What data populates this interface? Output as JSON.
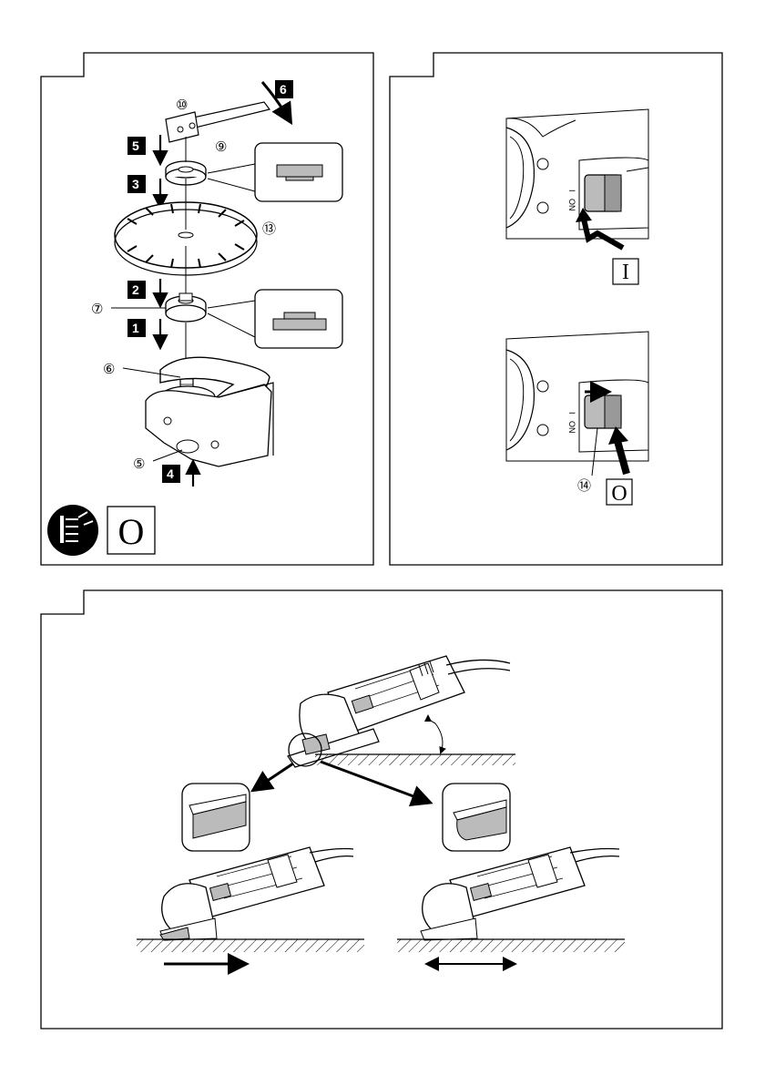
{
  "assembly": {
    "steps": [
      "1",
      "2",
      "3",
      "4",
      "5",
      "6"
    ],
    "callouts": {
      "c10": "⑩",
      "c9": "⑨",
      "c13": "⑬",
      "c7": "⑦",
      "c6": "⑥",
      "c5": "⑤"
    },
    "off_symbol": "O",
    "unplug_icon": "unplug-power-icon"
  },
  "switch_panel": {
    "on_symbol": "I",
    "off_symbol": "O",
    "callout_14": "⑭",
    "switch_marking_on": "I",
    "switch_marking_label": "ON"
  },
  "usage_panel": {
    "icons": [
      "angle-grinder-icon",
      "hatched-surface-icon",
      "direction-arrow-icon"
    ]
  }
}
